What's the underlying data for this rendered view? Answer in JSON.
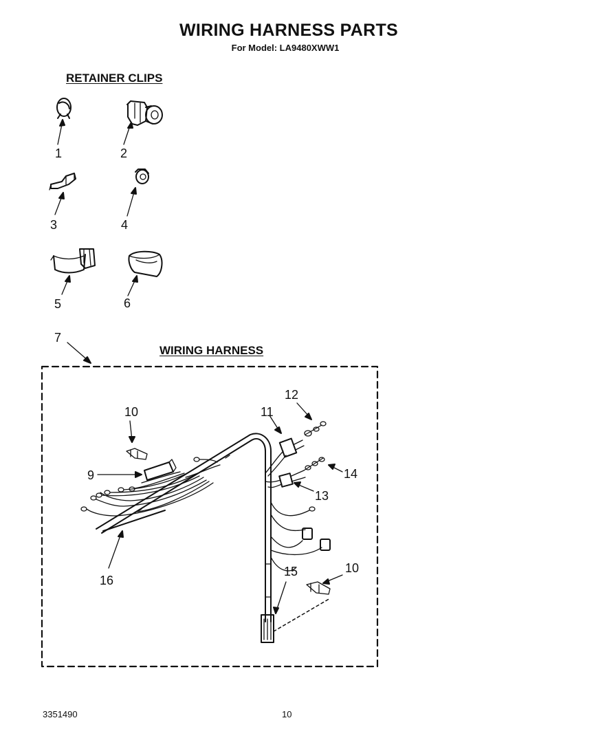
{
  "page": {
    "title": "WIRING HARNESS PARTS",
    "subtitle": "For Model: LA9480XWW1"
  },
  "sections": {
    "retainer_clips_heading": "RETAINER CLIPS",
    "wiring_harness_heading": "WIRING HARNESS"
  },
  "callouts": {
    "c1": "1",
    "c2": "2",
    "c3": "3",
    "c4": "4",
    "c5": "5",
    "c6": "6",
    "c7": "7",
    "c9": "9",
    "c10a": "10",
    "c10b": "10",
    "c11": "11",
    "c12": "12",
    "c13": "13",
    "c14": "14",
    "c15": "15",
    "c16": "16"
  },
  "footer": {
    "part_number": "3351490",
    "page_number": "10"
  }
}
